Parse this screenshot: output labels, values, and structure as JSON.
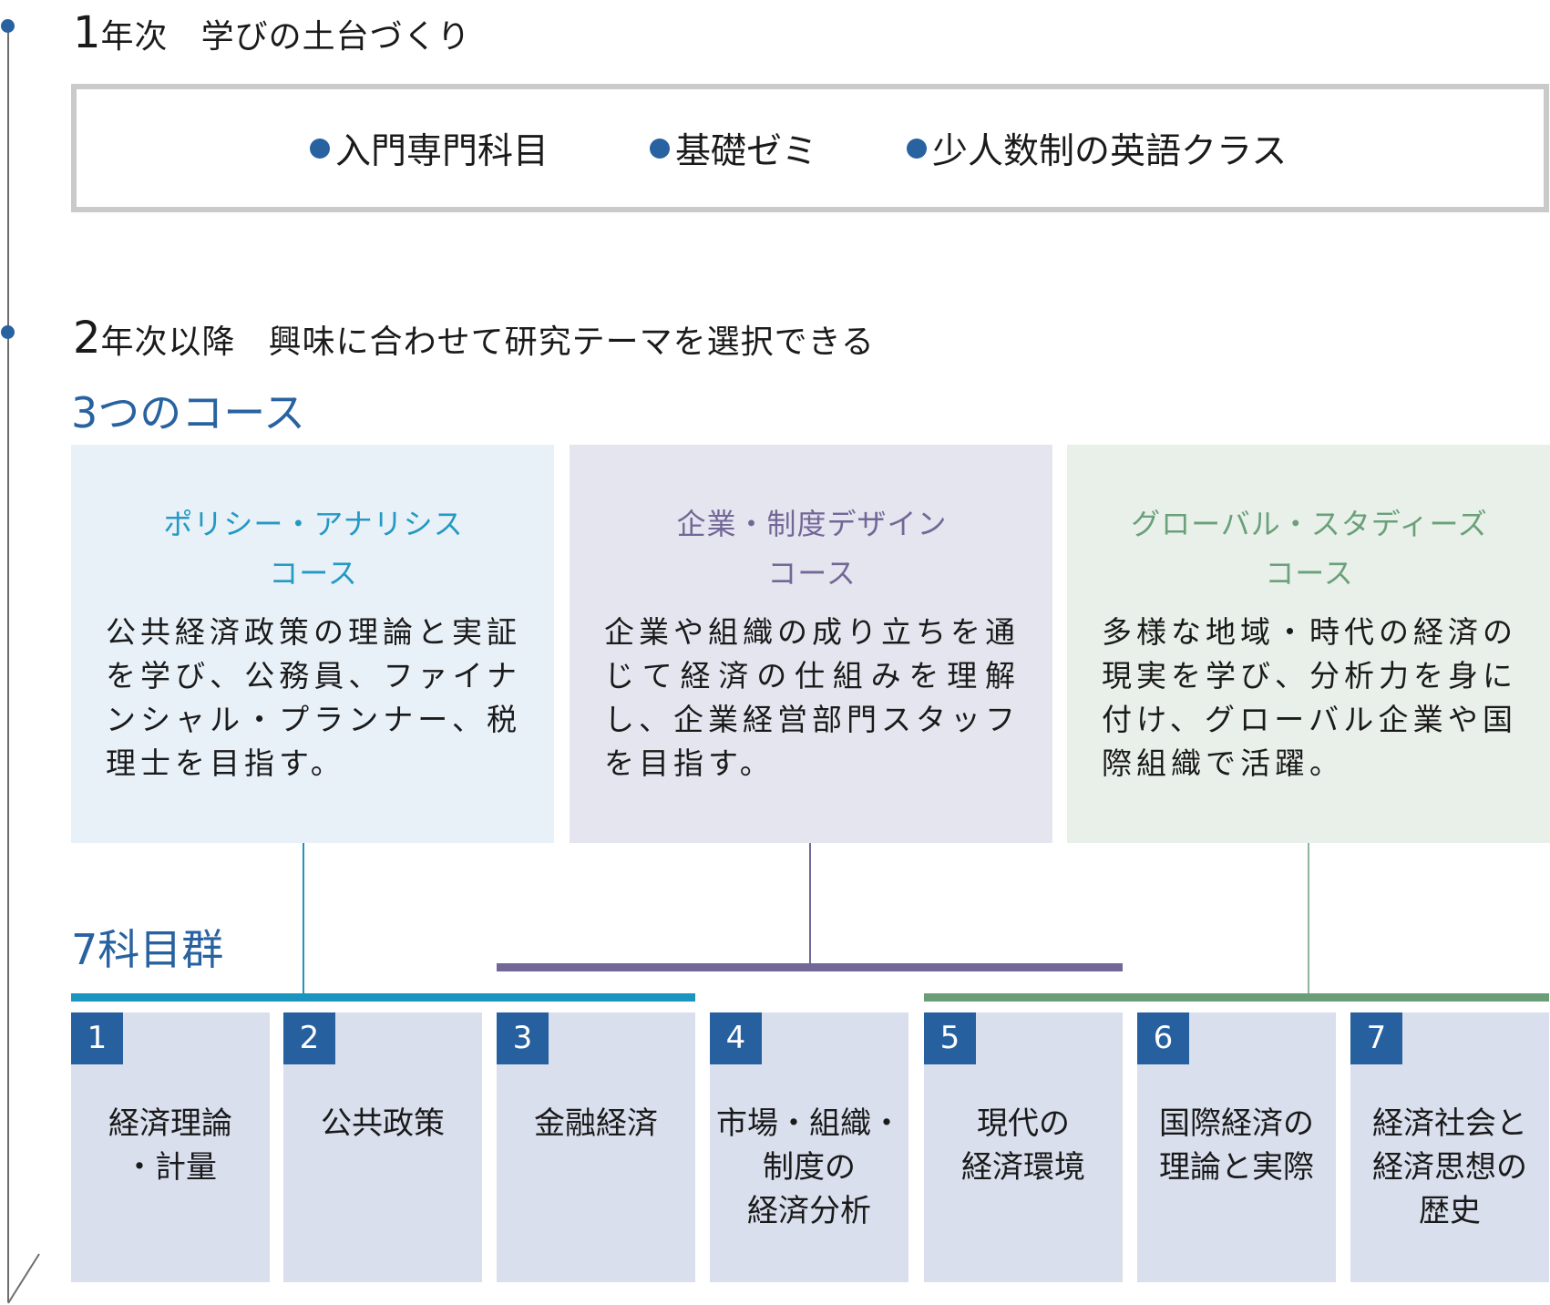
{
  "year1": {
    "number": "1",
    "suffix": "年次",
    "title": "学びの土台づくり",
    "items": [
      {
        "label": "入門専門科目"
      },
      {
        "label": "基礎ゼミ"
      },
      {
        "label": "少人数制の英語クラス"
      }
    ]
  },
  "year2": {
    "number": "2",
    "suffix": "年次以降",
    "title": "興味に合わせて研究テーマを選択できる"
  },
  "courses_section": {
    "label": "3つのコース",
    "courses": [
      {
        "title_line1": "ポリシー・アナリシス",
        "title_line2": "コース",
        "description": "公共経済政策の理論と実証を学び、公務員、ファイナンシャル・プランナー、税理士を目指す。",
        "color": "#2399c3",
        "background": "#e8f0f8"
      },
      {
        "title_line1": "企業・制度デザイン",
        "title_line2": "コース",
        "description": "企業や組織の成り立ちを通じて経済の仕組みを理解し、企業経営部門スタッフを目指す。",
        "color": "#736797",
        "background": "#e5e5ef"
      },
      {
        "title_line1": "グローバル・スタディーズ",
        "title_line2": "コース",
        "description": "多様な地域・時代の経済の現実を学び、分析力を身に付け、グローバル企業や国際組織で活躍。",
        "color": "#6aa07a",
        "background": "#e8f0e9"
      }
    ]
  },
  "subjects_section": {
    "label": "7科目群",
    "subjects": [
      {
        "number": "1",
        "label": "経済理論\n・計量"
      },
      {
        "number": "2",
        "label": "公共政策"
      },
      {
        "number": "3",
        "label": "金融経済"
      },
      {
        "number": "4",
        "label": "市場・組織・\n制度の\n経済分析"
      },
      {
        "number": "5",
        "label": "現代の\n経済環境"
      },
      {
        "number": "6",
        "label": "国際経済の\n理論と実際"
      },
      {
        "number": "7",
        "label": "経済社会と\n経済思想の\n歴史"
      }
    ]
  },
  "colors": {
    "accent_blue": "#2862a0",
    "policy_line": "#1a95c0",
    "design_line": "#736797",
    "global_line": "#6a9e78",
    "subject_bg": "#d9dfed",
    "badge": "#27609f",
    "frame": "#cacaca"
  }
}
